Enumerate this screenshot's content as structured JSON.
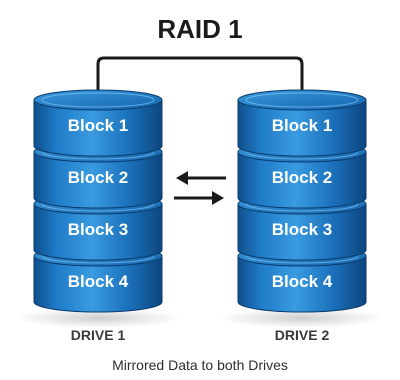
{
  "diagram": {
    "title": "RAID 1",
    "drives": [
      {
        "label": "DRIVE 1",
        "blocks": [
          "Block 1",
          "Block 2",
          "Block 3",
          "Block 4"
        ]
      },
      {
        "label": "DRIVE 2",
        "blocks": [
          "Block 1",
          "Block 2",
          "Block 3",
          "Block 4"
        ]
      }
    ],
    "caption": "Mirrored Data to both Drives",
    "colors": {
      "disk_top": "#1a78c2",
      "disk_dark": "#0f4f8c",
      "disk_light": "#4aa6e6",
      "disk_edge": "#0a3b6b",
      "connector": "#1a1a1a",
      "arrow": "#1a1a1a",
      "shadow": "#d9d9d9"
    },
    "icons": [
      "arrow-left-icon",
      "arrow-right-icon"
    ]
  }
}
